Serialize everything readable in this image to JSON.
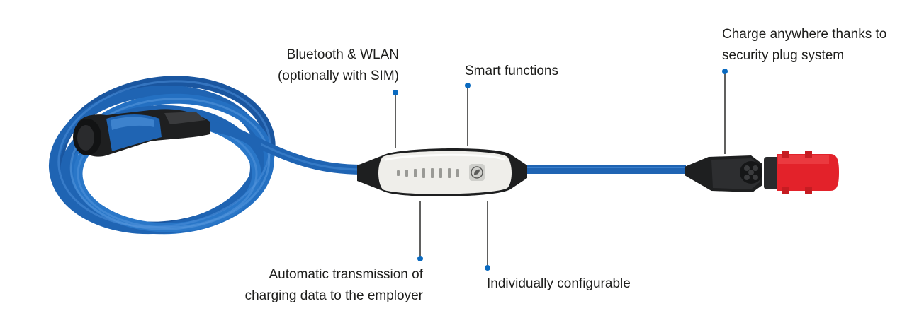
{
  "colors": {
    "cable": "#1f64b3",
    "cable_highlight": "#4a8ed8",
    "accent_dot": "#0a6ac0",
    "plug_red": "#e3222a",
    "housing_dark": "#1e1f20",
    "housing_light": "#efeeea"
  },
  "callouts": {
    "bluetooth": {
      "line1": "Bluetooth & WLAN",
      "line2": "(optionally with SIM)"
    },
    "smart": {
      "line1": "Smart functions"
    },
    "charge_anywhere": {
      "line1": "Charge anywhere thanks to",
      "line2": "security plug system"
    },
    "automatic": {
      "line1": "Automatic transmission of",
      "line2": "charging data to the employer"
    },
    "configurable": {
      "line1": "Individually configurable"
    }
  },
  "icons": {
    "control_box_button": "leaf-icon",
    "status_leds": "led-indicator-icon"
  }
}
